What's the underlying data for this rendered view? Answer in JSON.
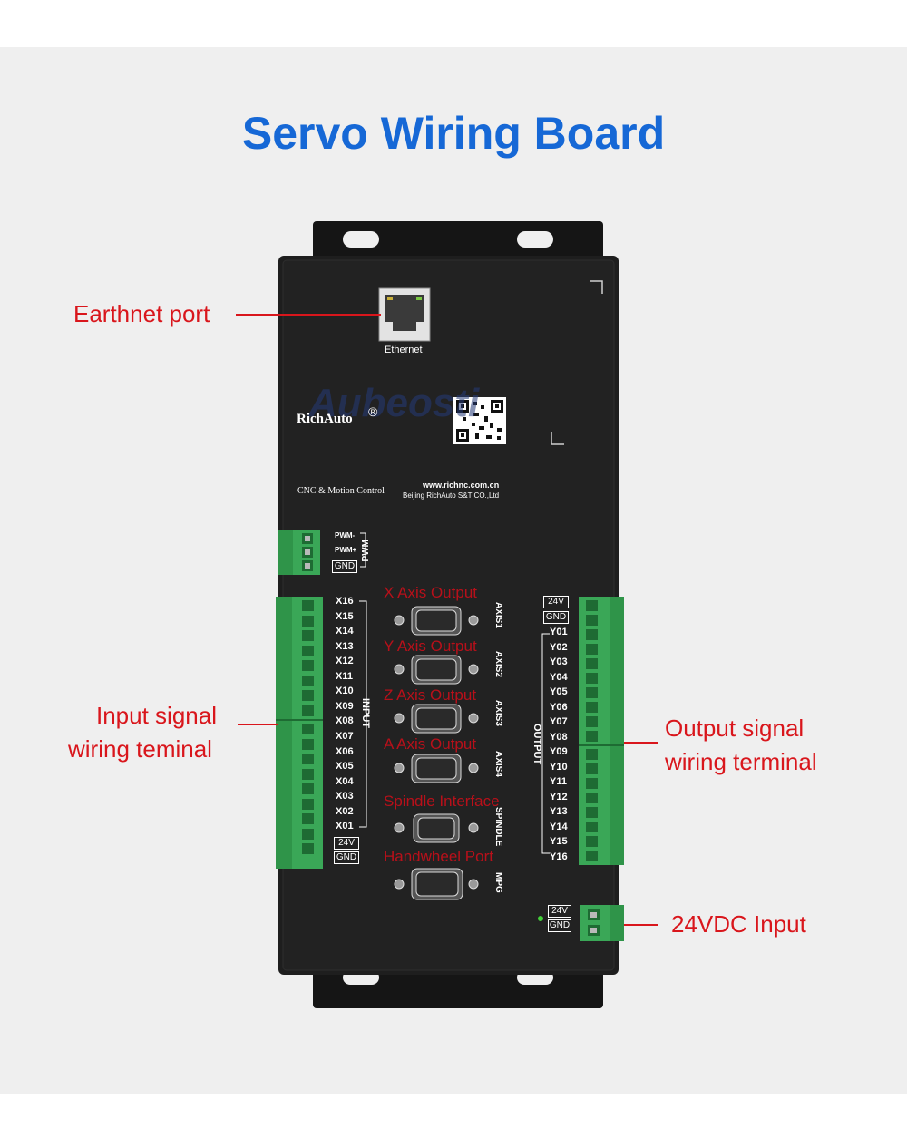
{
  "title": "Servo Wiring Board",
  "callouts": {
    "ethernet": "Earthnet port",
    "input": [
      "Input signal",
      "wiring teminal"
    ],
    "output": [
      "Output signal",
      "wiring terminal"
    ],
    "power": "24VDC Input"
  },
  "board": {
    "ethernet_label": "Ethernet",
    "brand": "RichAuto",
    "watermark": "Aubeosti",
    "subtitle": "CNC & Motion Control",
    "website": "www.richnc.com.cn",
    "company": "Beijing RichAuto S&T CO.,Ltd",
    "pwm": {
      "title": "PWM",
      "labels": [
        "PWM-",
        "PWM+",
        "GND"
      ]
    },
    "input": {
      "title": "INPUT",
      "labels": [
        "X16",
        "X15",
        "X14",
        "X13",
        "X12",
        "X11",
        "X10",
        "X09",
        "X08",
        "X07",
        "X06",
        "X05",
        "X04",
        "X03",
        "X02",
        "X01"
      ],
      "power": [
        "24V",
        "GND"
      ]
    },
    "output": {
      "title": "OUTPUT",
      "labels": [
        "Y01",
        "Y02",
        "Y03",
        "Y04",
        "Y05",
        "Y06",
        "Y07",
        "Y08",
        "Y09",
        "Y10",
        "Y11",
        "Y12",
        "Y13",
        "Y14",
        "Y15",
        "Y16"
      ],
      "power": [
        "24V",
        "GND"
      ]
    },
    "dc_power": [
      "24V",
      "GND"
    ],
    "ports": [
      {
        "title": "X Axis Output",
        "label": "AXIS1"
      },
      {
        "title": "Y Axis Output",
        "label": "AXIS2"
      },
      {
        "title": "Z Axis Output",
        "label": "AXIS3"
      },
      {
        "title": "A Axis Output",
        "label": "AXIS4"
      },
      {
        "title": "Spindle Interface",
        "label": "SPINDLE"
      },
      {
        "title": "Handwheel Port",
        "label": "MPG"
      }
    ]
  },
  "colors": {
    "title": "#1668d6",
    "callout": "#d9161c",
    "board": "#1c1c1c",
    "terminal": "#3aa757"
  }
}
